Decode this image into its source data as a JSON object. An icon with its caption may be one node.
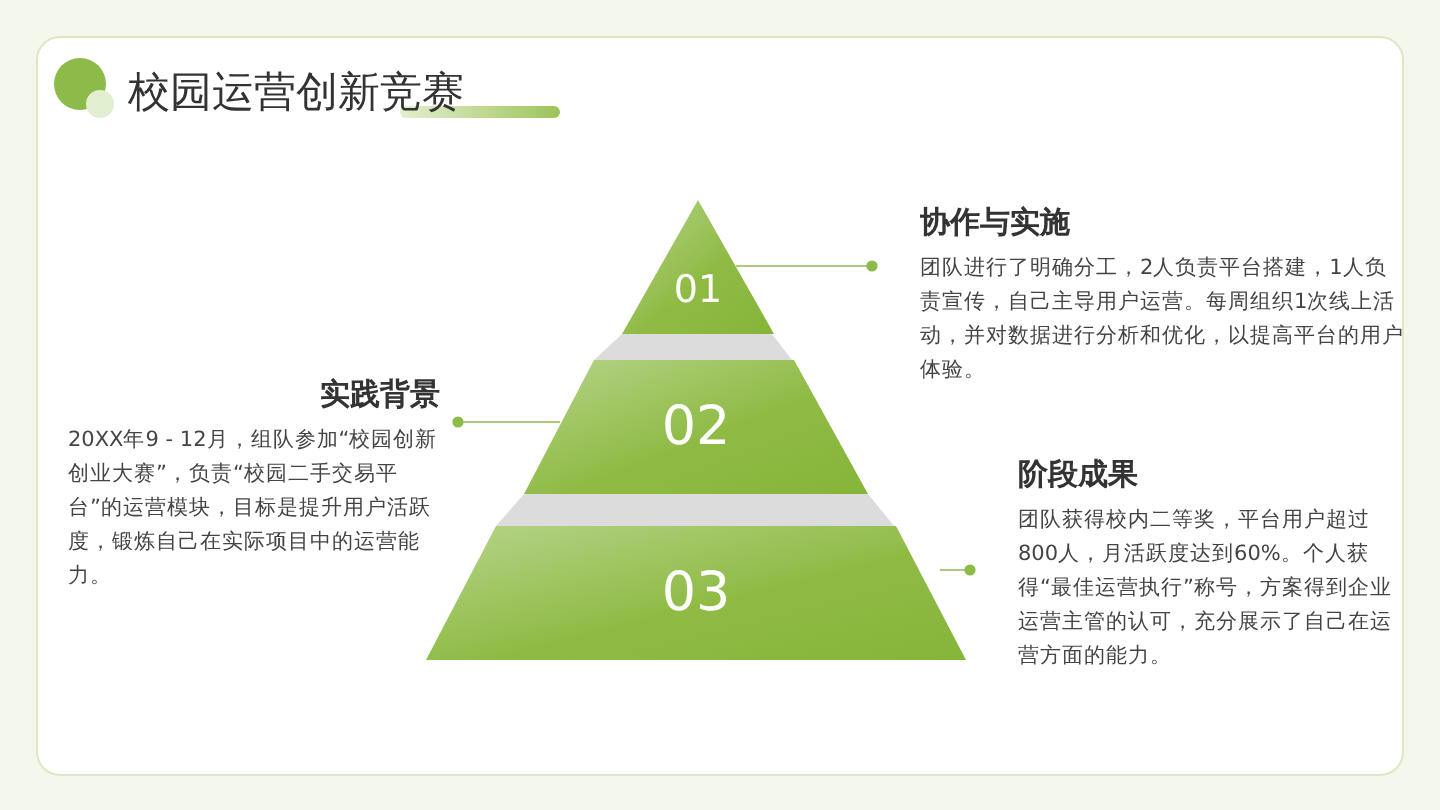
{
  "diagram": {
    "title": "校园运营创新竞赛",
    "nodes": [
      {
        "text": [
          "01"
        ]
      },
      {
        "text": [
          "02"
        ]
      },
      {
        "text": [
          "03"
        ]
      },
      {
        "text": [
          "协作与实施",
          "团队进行了明确分工，2人负责平台搭建，1人负责宣传，自己主导用户运营。每周组织1次线上活动，并对数据进行分析和优化，以提高平台的用户体验。"
        ]
      },
      {
        "text": [
          "实践背景",
          "20XX年9 - 12月，组队参加“校园创新创业大赛”，负责“校园二手交易平台”的运营模块，目标是提升用户活跃度，锻炼自己在实际项目中的运营能力。"
        ]
      },
      {
        "text": [
          "阶段成果",
          "团队获得校内二等奖，平台用户超过800人，月活跃度达到60%。个人获得“最佳运营执行”称号，方案得到企业运营主管的认可，充分展示了自己在运营方面的能力。"
        ]
      }
    ],
    "edges": [
      {
        "from": 0,
        "to": 3,
        "arrow": "other"
      },
      {
        "from": 1,
        "to": 4,
        "arrow": "other"
      },
      {
        "from": 2,
        "to": 5,
        "arrow": "other"
      }
    ]
  }
}
